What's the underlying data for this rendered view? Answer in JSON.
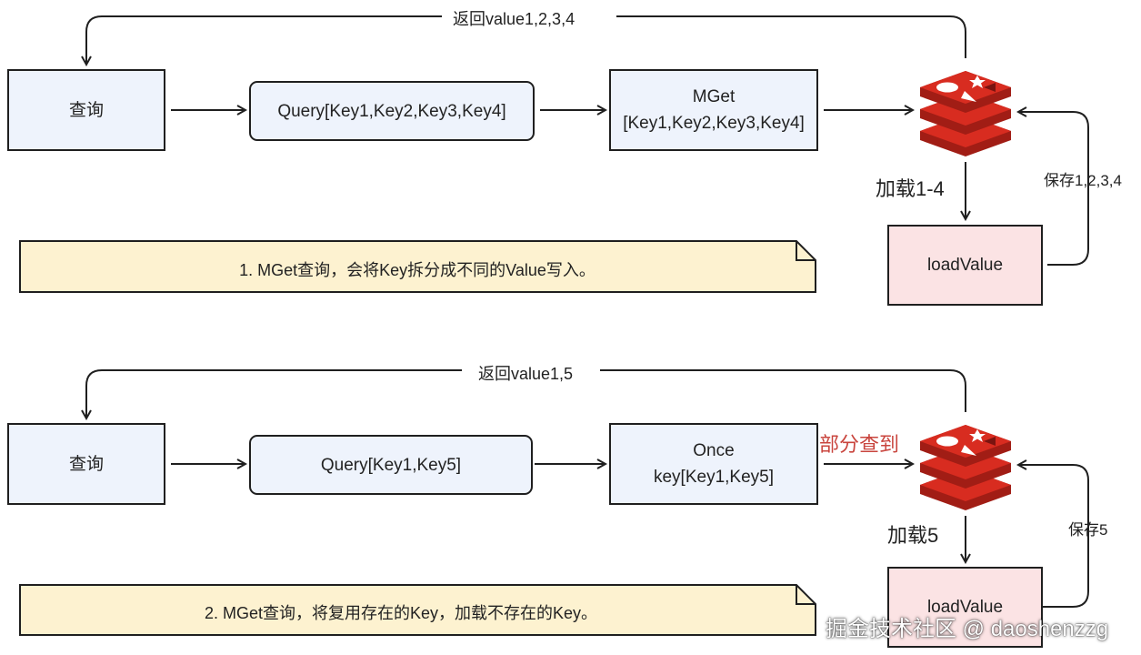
{
  "section1": {
    "query_box": "查询",
    "query_keys_box": "Query[Key1,Key2,Key3,Key4]",
    "mget_line1": "MGet",
    "mget_line2": "[Key1,Key2,Key3,Key4]",
    "return_label": "返回value1,2,3,4",
    "load_label": "加载1-4",
    "save_label": "保存1,2,3,4",
    "load_value_box": "loadValue",
    "note": "1. MGet查询，会将Key拆分成不同的Value写入。"
  },
  "section2": {
    "query_box": "查询",
    "query_keys_box": "Query[Key1,Key5]",
    "once_line1": "Once",
    "once_line2": "key[Key1,Key5]",
    "return_label": "返回value1,5",
    "partial_label": "部分查到",
    "load_label": "加载5",
    "save_label": "保存5",
    "load_value_box": "loadValue",
    "note": "2. MGet查询，将复用存在的Key，加载不存在的Key。"
  },
  "watermark": "掘金技术社区 @ daoshenzzg",
  "colors": {
    "blue_box": "#eef3fc",
    "pink_box": "#fbe3e4",
    "note_fill": "#fdf2d0",
    "redis_red": "#d82c20",
    "highlight_red": "#c9453e"
  },
  "icons": [
    "redis-logo-icon"
  ]
}
